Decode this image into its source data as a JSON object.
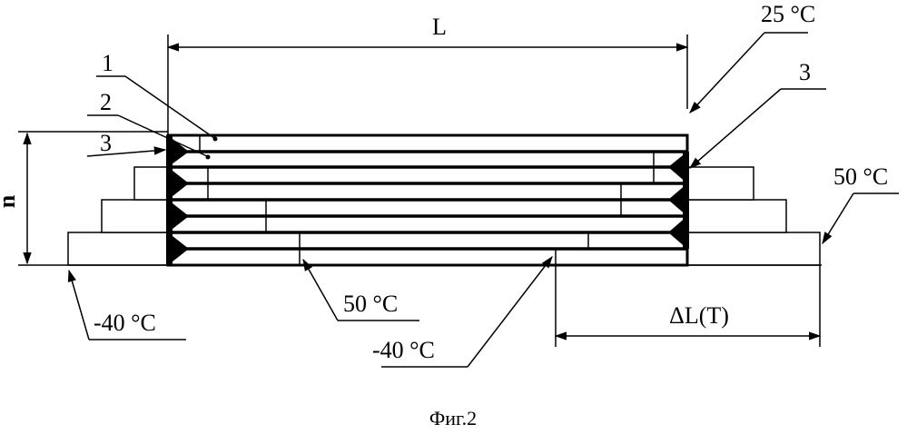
{
  "figure": {
    "caption": "Фиг.2",
    "labels": {
      "length": "L",
      "temp_25": "25 °C",
      "temp_50_right": "50 °C",
      "temp_50_bottom": "50 °C",
      "temp_minus40_left": "-40 °C",
      "temp_minus40_bottom": "-40 °C",
      "delta_l": "ΔL(T)",
      "n": "n",
      "ref_1": "1",
      "ref_2": "2",
      "ref_3_left": "3",
      "ref_3_right": "3"
    }
  }
}
